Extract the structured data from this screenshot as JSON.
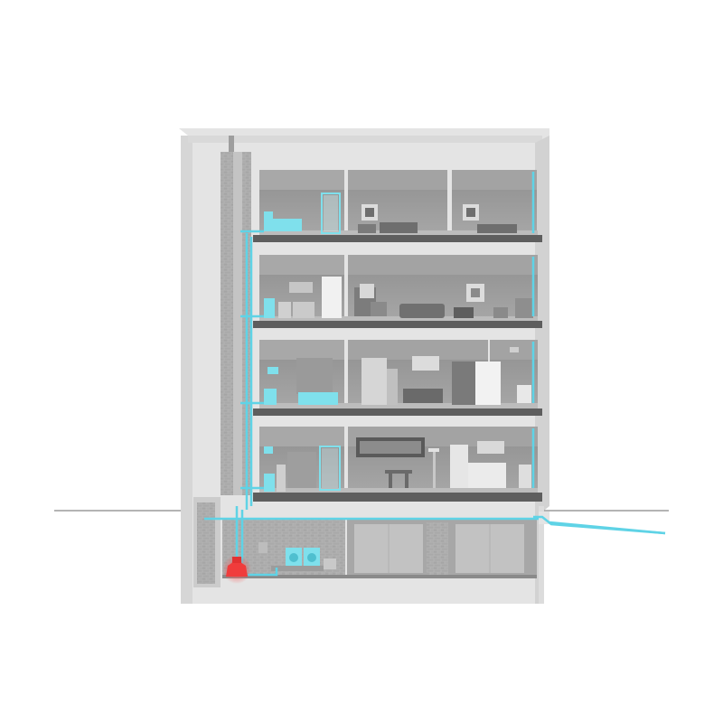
{
  "diagram": {
    "kind": "building-cross-section",
    "floors_above_ground": 4,
    "basement_levels": 1,
    "garage_doors": 2,
    "colors": {
      "background": "#ffffff",
      "structure": "#e3e3e3",
      "structure_shade": "#cfcfcf",
      "room_wall": "#9a9a9a",
      "room_floor": "#b9b9b9",
      "slab": "#5e5e5e",
      "brick": "#b3b3b3",
      "pipe": "#5fd3e6",
      "fixture": "#7fe0ec",
      "pump": "#f03c3c",
      "ground_line": "#6a6a6a"
    },
    "icons": [
      "bathtub-icon",
      "toilet-icon",
      "sink-icon",
      "washing-machine-icon",
      "sewage-pump-icon",
      "sofa-icon",
      "bed-icon",
      "fridge-icon",
      "garage-door-icon"
    ]
  }
}
